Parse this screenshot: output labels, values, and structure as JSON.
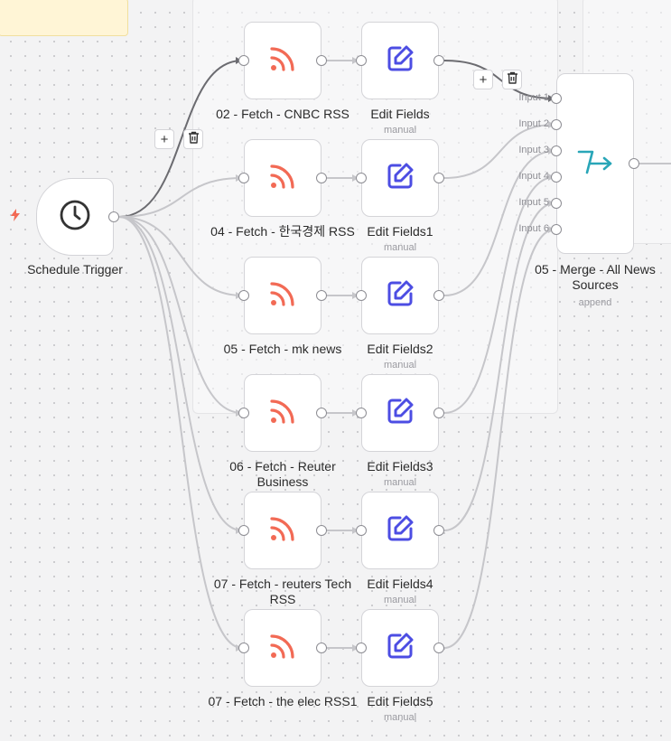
{
  "colors": {
    "rss": "#f26a55",
    "edit": "#4c4de3",
    "merge": "#29a6b8",
    "edge": "#c6c6ca",
    "edge_active": "#6b6b70",
    "trigger_bolt": "#f26a55"
  },
  "trigger": {
    "label": "Schedule Trigger",
    "icon": "clock-icon"
  },
  "rows": [
    {
      "fetch_label": "02 - Fetch - CNBC RSS",
      "edit_label": "Edit Fields",
      "edit_sub": "manual"
    },
    {
      "fetch_label": "04 - Fetch - 한국경제 RSS",
      "edit_label": "Edit Fields1",
      "edit_sub": "manual"
    },
    {
      "fetch_label": "05 - Fetch - mk news",
      "edit_label": "Edit Fields2",
      "edit_sub": "manual"
    },
    {
      "fetch_label": "06 - Fetch - Reuter Business",
      "edit_label": "Edit Fields3",
      "edit_sub": "manual"
    },
    {
      "fetch_label": "07 - Fetch - reuters Tech RSS",
      "edit_label": "Edit Fields4",
      "edit_sub": "manual"
    },
    {
      "fetch_label": "07 - Fetch - the elec RSS1",
      "edit_label": "Edit Fields5",
      "edit_sub": "manual"
    }
  ],
  "merge": {
    "label": "05 - Merge - All News Sources",
    "sub": "append",
    "inputs": [
      "Input 1",
      "Input 2",
      "Input 3",
      "Input 4",
      "Input 5",
      "Input 6"
    ]
  },
  "edge_actions": {
    "add": "+",
    "delete_icon": "trash-icon"
  }
}
